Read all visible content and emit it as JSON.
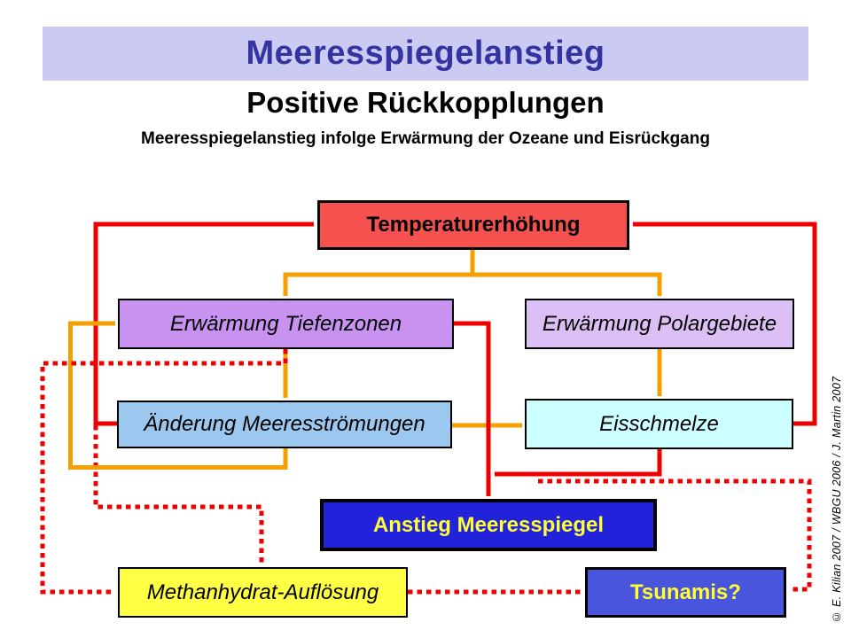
{
  "header": {
    "banner_title": "Meeresspiegelanstieg",
    "banner_bg": "#CACAF2",
    "banner_title_color": "#3333A2",
    "subtitle": "Positive Rückkopplungen",
    "description": "Meeresspiegelanstieg infolge Erwärmung der Ozeane und Eisrückgang"
  },
  "diagram": {
    "nodes": [
      {
        "id": "temperaturerhoehung",
        "label": "Temperaturerhöhung",
        "fill": "#F5524F",
        "text_color": "#000000"
      },
      {
        "id": "erwaermung-tiefenzonen",
        "label": "Erwärmung Tiefenzonen",
        "fill": "#C893F0",
        "text_color": "#000000"
      },
      {
        "id": "erwaermung-polargebiete",
        "label": "Erwärmung Polargebiete",
        "fill": "#DCC0F5",
        "text_color": "#000000"
      },
      {
        "id": "aenderung-meeresstroemungen",
        "label": "Änderung Meeresströmungen",
        "fill": "#9CC8F0",
        "text_color": "#000000"
      },
      {
        "id": "eisschmelze",
        "label": "Eisschmelze",
        "fill": "#CCFFFF",
        "text_color": "#000000"
      },
      {
        "id": "anstieg-meeresspiegel",
        "label": "Anstieg Meeresspiegel",
        "fill": "#2222DD",
        "text_color": "#FFFF33"
      },
      {
        "id": "methanhydrat-aufloesung",
        "label": "Methanhydrat-Auflösung",
        "fill": "#FFFF44",
        "text_color": "#000000"
      },
      {
        "id": "tsunamis",
        "label": "Tsunamis?",
        "fill": "#4A55DD",
        "text_color": "#FFFF33"
      }
    ],
    "line_colors": {
      "red": "#EE0000",
      "orange": "#F5A000",
      "dotted_red": "#EE0000"
    }
  },
  "footer": {
    "credit": "© E. Kilian 2007 / WBGU 2006 / J. Martin 2007"
  }
}
